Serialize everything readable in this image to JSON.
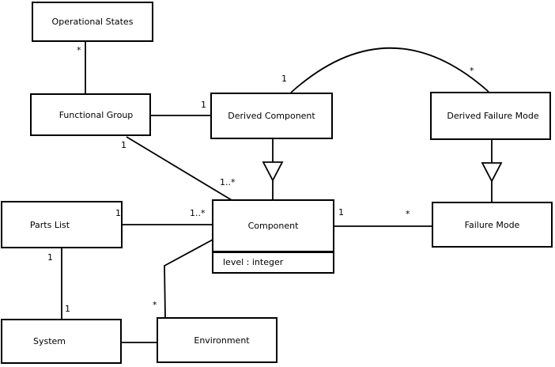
{
  "colors": {
    "background": "#ffffff",
    "box_fill": "#ffffff",
    "line": "#000000",
    "text": "#000000"
  },
  "classes": {
    "operational_states": {
      "name": "Operational States"
    },
    "functional_group": {
      "name": "Functional Group"
    },
    "derived_component": {
      "name": "Derived Component"
    },
    "derived_failure_mode": {
      "name": "Derived Failure Mode"
    },
    "parts_list": {
      "name": "Parts List"
    },
    "component": {
      "name": "Component",
      "attribute": "level : integer"
    },
    "failure_mode": {
      "name": "Failure Mode"
    },
    "system": {
      "name": "System"
    },
    "environment": {
      "name": "Environment"
    }
  },
  "associations": [
    {
      "from": "Operational States",
      "to": "Functional Group",
      "type": "association",
      "from_mult": "*"
    },
    {
      "from": "Functional Group",
      "to": "Derived Component",
      "type": "association",
      "to_mult": "1"
    },
    {
      "from": "Functional Group",
      "to": "Component",
      "type": "association",
      "from_mult": "1",
      "to_mult": "1..*"
    },
    {
      "from": "Derived Component",
      "to": "Derived Failure Mode",
      "type": "association",
      "from_mult": "1",
      "to_mult": "*"
    },
    {
      "from": "Derived Component",
      "to": "Component",
      "type": "generalization"
    },
    {
      "from": "Derived Failure Mode",
      "to": "Failure Mode",
      "type": "generalization"
    },
    {
      "from": "Parts List",
      "to": "Component",
      "type": "association",
      "from_mult": "1",
      "to_mult": "1..*"
    },
    {
      "from": "Component",
      "to": "Failure Mode",
      "type": "association",
      "from_mult": "1",
      "to_mult": "*"
    },
    {
      "from": "Parts List",
      "to": "System",
      "type": "association",
      "from_mult": "1",
      "to_mult": "1"
    },
    {
      "from": "System",
      "to": "Environment",
      "type": "association"
    },
    {
      "from": "Component",
      "to": "Environment",
      "type": "association",
      "to_mult": "*"
    }
  ]
}
